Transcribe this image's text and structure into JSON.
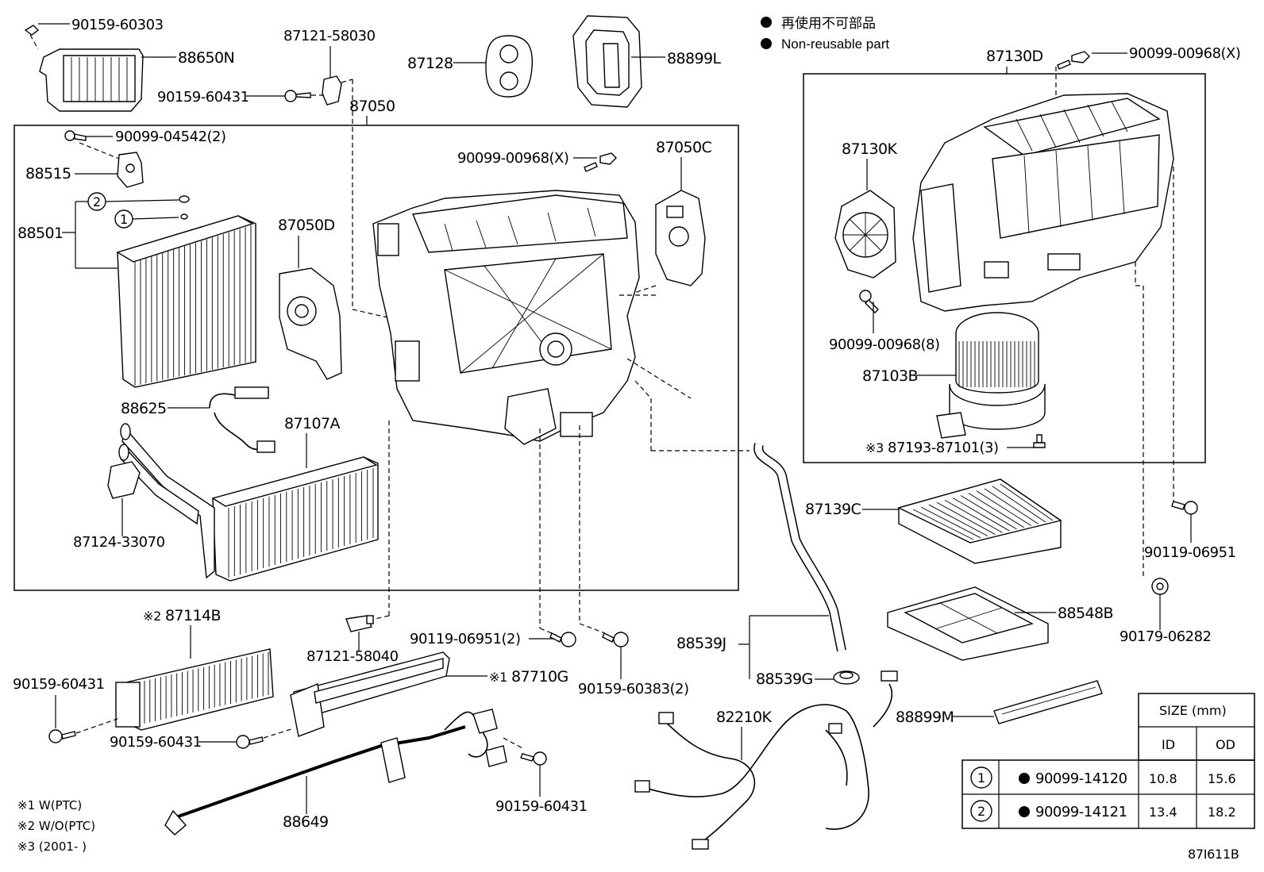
{
  "legend": {
    "non_reusable_jp": "再使用不可部品",
    "non_reusable_en": "Non-reusable part"
  },
  "labels": {
    "p90159_60303": "90159-60303",
    "p88650N": "88650N",
    "p87121_58030": "87121-58030",
    "p90159_60431_top": "90159-60431",
    "p87128": "87128",
    "p88899L": "88899L",
    "p87050": "87050",
    "p90099_04542": "90099-04542(2)",
    "p88515": "88515",
    "p88501": "88501",
    "p87050D": "87050D",
    "p90099_00968_mid": "90099-00968(X)",
    "p87050C": "87050C",
    "p88625": "88625",
    "p87107A": "87107A",
    "p87124_33070": "87124-33070",
    "p87130D": "87130D",
    "p90099_00968_top": "90099-00968(X)",
    "p87130K": "87130K",
    "p90099_00968_8": "90099-00968(8)",
    "p87103B": "87103B",
    "p87193_87101": "87193-87101(3)",
    "p87139C": "87139C",
    "p90119_06951_r": "90119-06951",
    "p88548B": "88548B",
    "p90179_06282": "90179-06282",
    "p87114B": "87114B",
    "p87121_58040": "87121-58040",
    "p90119_06951_2": "90119-06951(2)",
    "p90159_60383_2": "90159-60383(2)",
    "p88539J": "88539J",
    "p88539G": "88539G",
    "p87710G": "87710G",
    "p90159_60431_l": "90159-60431",
    "p90159_60431_m": "90159-60431",
    "p90159_60431_b": "90159-60431",
    "p82210K": "82210K",
    "p88899M": "88899M",
    "p88649": "88649"
  },
  "marks": {
    "note1_mark": "※1",
    "note2_mark": "※2",
    "note3_mark": "※3",
    "circle1": "1",
    "circle2": "2"
  },
  "notes": [
    "※1 W(PTC)",
    "※2 W/O(PTC)",
    "※3 (2001-      )"
  ],
  "size_table": {
    "title": "SIZE (mm)",
    "col_id": "ID",
    "col_od": "OD",
    "rows": [
      {
        "key": "1",
        "part": "90099-14120",
        "id": "10.8",
        "od": "15.6"
      },
      {
        "key": "2",
        "part": "90099-14121",
        "id": "13.4",
        "od": "18.2"
      }
    ]
  },
  "diagram_code": "87I611B"
}
